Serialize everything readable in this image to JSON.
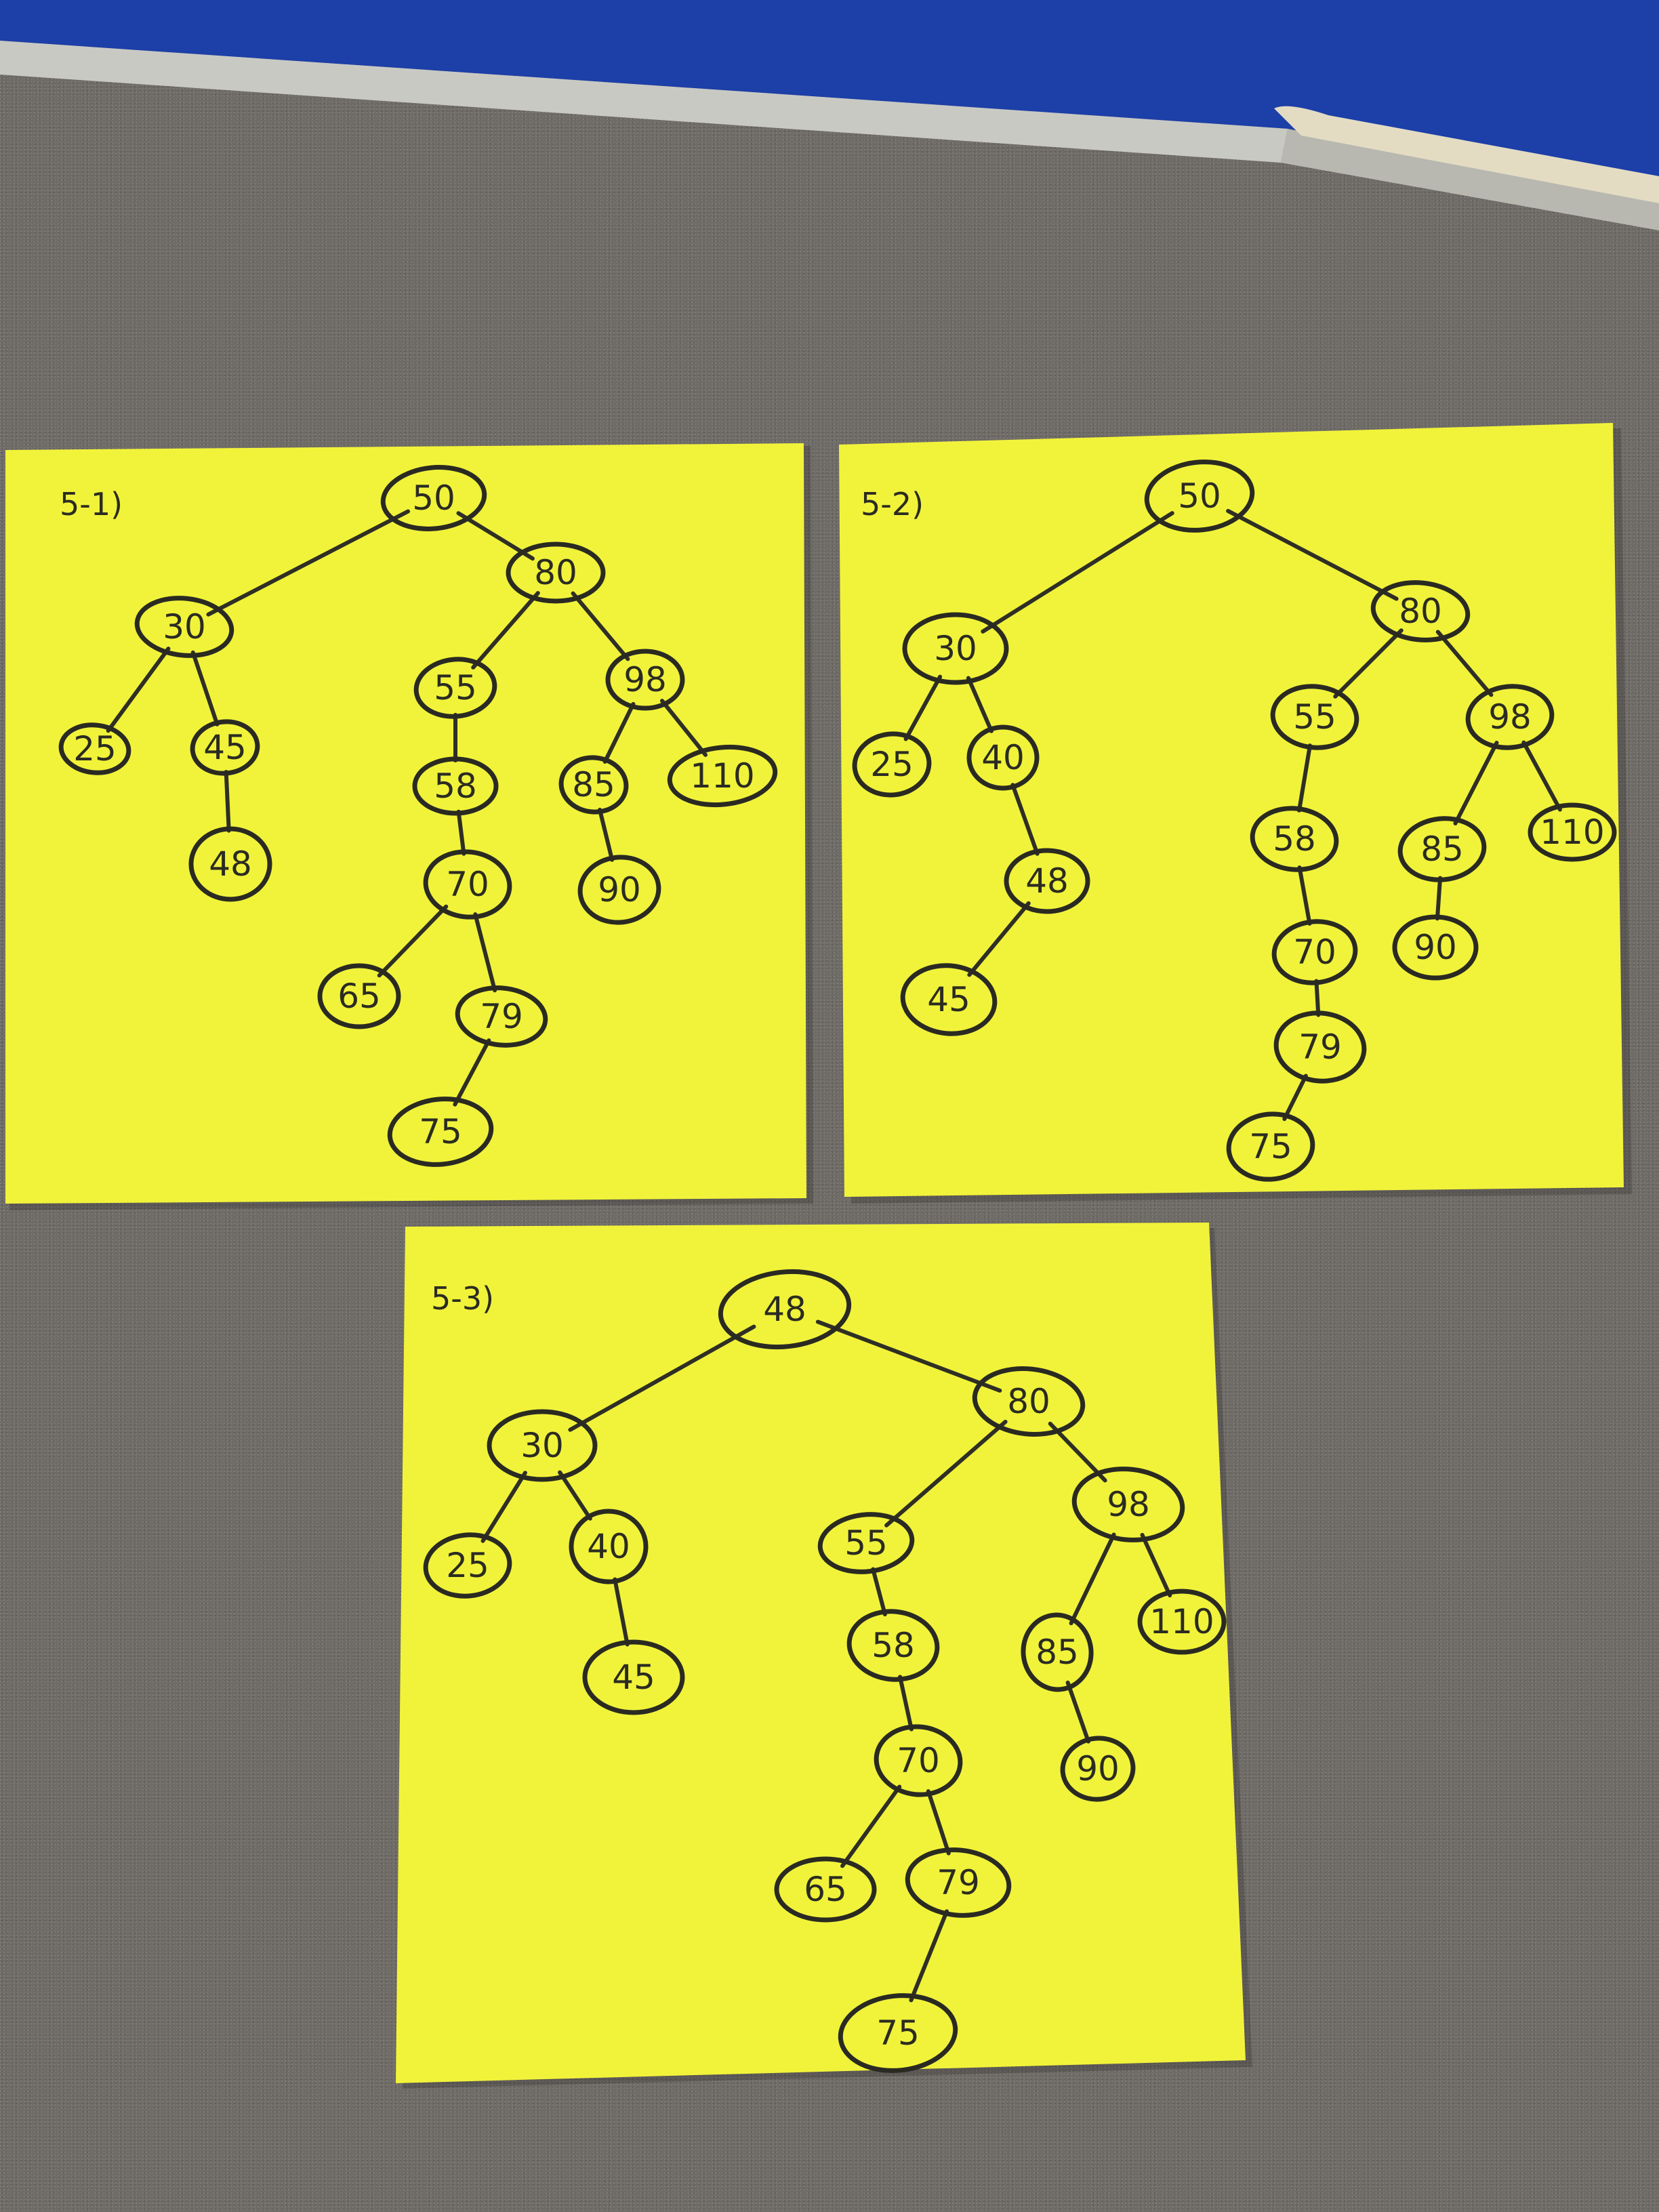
{
  "notes": [
    {
      "label": "5-1)",
      "nodes": [
        {
          "id": "n50",
          "text": "50"
        },
        {
          "id": "n80",
          "text": "80"
        },
        {
          "id": "n30",
          "text": "30"
        },
        {
          "id": "n55",
          "text": "55"
        },
        {
          "id": "n98",
          "text": "98"
        },
        {
          "id": "n25",
          "text": "25"
        },
        {
          "id": "n45",
          "text": "45"
        },
        {
          "id": "n58",
          "text": "58"
        },
        {
          "id": "n85",
          "text": "85"
        },
        {
          "id": "n110",
          "text": "110"
        },
        {
          "id": "n48",
          "text": "48"
        },
        {
          "id": "n70",
          "text": "70"
        },
        {
          "id": "n90",
          "text": "90"
        },
        {
          "id": "n65",
          "text": "65"
        },
        {
          "id": "n79",
          "text": "79"
        },
        {
          "id": "n75",
          "text": "75"
        }
      ],
      "edges": [
        [
          "n50",
          "n30"
        ],
        [
          "n50",
          "n80"
        ],
        [
          "n30",
          "n25"
        ],
        [
          "n30",
          "n45"
        ],
        [
          "n45",
          "n48"
        ],
        [
          "n80",
          "n55"
        ],
        [
          "n80",
          "n98"
        ],
        [
          "n55",
          "n58"
        ],
        [
          "n58",
          "n70"
        ],
        [
          "n70",
          "n65"
        ],
        [
          "n70",
          "n79"
        ],
        [
          "n79",
          "n75"
        ],
        [
          "n98",
          "n85"
        ],
        [
          "n98",
          "n110"
        ],
        [
          "n85",
          "n90"
        ]
      ]
    },
    {
      "label": "5-2)",
      "nodes": [
        {
          "id": "n50",
          "text": "50"
        },
        {
          "id": "n30",
          "text": "30"
        },
        {
          "id": "n80",
          "text": "80"
        },
        {
          "id": "n25",
          "text": "25"
        },
        {
          "id": "n40",
          "text": "40"
        },
        {
          "id": "n55",
          "text": "55"
        },
        {
          "id": "n98",
          "text": "98"
        },
        {
          "id": "n48",
          "text": "48"
        },
        {
          "id": "n58",
          "text": "58"
        },
        {
          "id": "n85",
          "text": "85"
        },
        {
          "id": "n110",
          "text": "110"
        },
        {
          "id": "n45",
          "text": "45"
        },
        {
          "id": "n70",
          "text": "70"
        },
        {
          "id": "n90",
          "text": "90"
        },
        {
          "id": "n79",
          "text": "79"
        },
        {
          "id": "n75",
          "text": "75"
        }
      ],
      "edges": [
        [
          "n50",
          "n30"
        ],
        [
          "n50",
          "n80"
        ],
        [
          "n30",
          "n25"
        ],
        [
          "n30",
          "n40"
        ],
        [
          "n40",
          "n48"
        ],
        [
          "n48",
          "n45"
        ],
        [
          "n80",
          "n55"
        ],
        [
          "n80",
          "n98"
        ],
        [
          "n55",
          "n58"
        ],
        [
          "n58",
          "n70"
        ],
        [
          "n70",
          "n79"
        ],
        [
          "n79",
          "n75"
        ],
        [
          "n98",
          "n85"
        ],
        [
          "n98",
          "n110"
        ],
        [
          "n85",
          "n90"
        ]
      ]
    },
    {
      "label": "5-3)",
      "nodes": [
        {
          "id": "n48",
          "text": "48"
        },
        {
          "id": "n30",
          "text": "30"
        },
        {
          "id": "n80",
          "text": "80"
        },
        {
          "id": "n25",
          "text": "25"
        },
        {
          "id": "n40",
          "text": "40"
        },
        {
          "id": "n98",
          "text": "98"
        },
        {
          "id": "n55",
          "text": "55"
        },
        {
          "id": "n45",
          "text": "45"
        },
        {
          "id": "n58",
          "text": "58"
        },
        {
          "id": "n85",
          "text": "85"
        },
        {
          "id": "n110",
          "text": "110"
        },
        {
          "id": "n70",
          "text": "70"
        },
        {
          "id": "n90",
          "text": "90"
        },
        {
          "id": "n65",
          "text": "65"
        },
        {
          "id": "n79",
          "text": "79"
        },
        {
          "id": "n75",
          "text": "75"
        }
      ],
      "edges": [
        [
          "n48",
          "n30"
        ],
        [
          "n48",
          "n80"
        ],
        [
          "n30",
          "n25"
        ],
        [
          "n30",
          "n40"
        ],
        [
          "n40",
          "n45"
        ],
        [
          "n80",
          "n55"
        ],
        [
          "n80",
          "n98"
        ],
        [
          "n55",
          "n58"
        ],
        [
          "n58",
          "n70"
        ],
        [
          "n70",
          "n65"
        ],
        [
          "n70",
          "n79"
        ],
        [
          "n79",
          "n75"
        ],
        [
          "n98",
          "n85"
        ],
        [
          "n98",
          "n110"
        ],
        [
          "n85",
          "n90"
        ]
      ]
    }
  ]
}
